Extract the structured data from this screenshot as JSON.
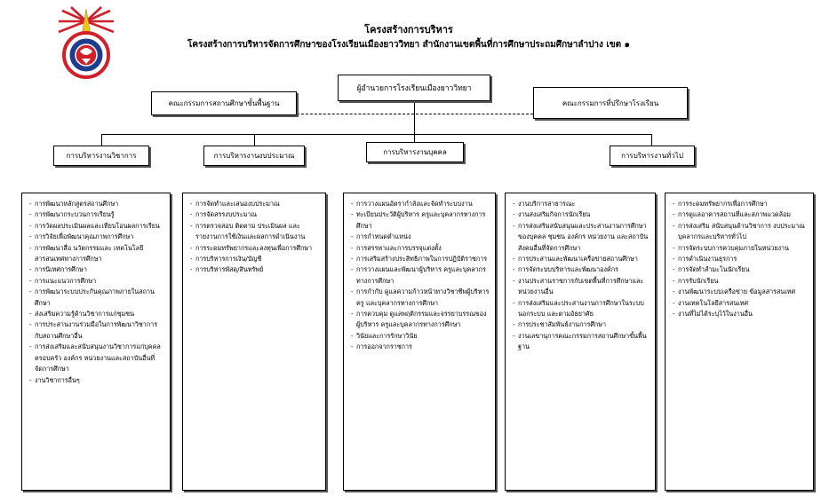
{
  "header": {
    "title": "โครงสร้างการบริหาร",
    "subtitle": "โครงสร้างการบริหารจัดการศึกษาของโรงเรียนเมืองยาววิทยา  สำนักงานเขตพื้นที่การศึกษาประถมศึกษาลำปาง  เขต  ๑"
  },
  "colors": {
    "logo_red": "#d0202a",
    "logo_blue": "#1e3d8f",
    "logo_yellow": "#f4c21b",
    "shadow": "#555555"
  },
  "top": {
    "director": "ผู้อำนวยการโรงเรียนเมืองยาววิทยา",
    "basic_board": "คณะกรรมการสถานศึกษาขั้นพื้นฐาน",
    "advisory_board": "คณะกรรมการที่ปรึกษาโรงเรียน"
  },
  "departments": [
    {
      "label": "การบริหารงานวิชาการ"
    },
    {
      "label": "การบริหารงานงบประมาณ"
    },
    {
      "label": "การบริหารงานบุคคล"
    },
    {
      "label": "การบริหารงานทั่วไป"
    }
  ],
  "tasks": {
    "academic": [
      "การพัฒนาหลักสูตรสถานศึกษา",
      "การพัฒนากระบวนการเรียนรู้",
      "การวัดผลประเมินผลและเทียบโอนผลการเรียน",
      "การวิจัยเพื่อพัฒนาคุณภาพการศึกษา",
      "การพัฒนาสื่อ นวัตกรรมและ เทคโนโลยีสารสนเทศทางการศึกษา",
      "การนิเทศการศึกษา",
      "การแนะแนวการศึกษา",
      "การพัฒนาระบบประกันคุณภาพภายในสถานศึกษา",
      "ส่งเสริมความรู้ด้านวิชาการแก่ชุมชน",
      "การประสานงานร่วมมือในการพัฒนาวิชาการกับสถานศึกษาอื่น",
      "การส่งเสริมและสนับสนุนงานวิชาการแก่บุคคล ครอบครัว องค์กร หน่วยงานและสถาบันอื่นที่จัดการศึกษา",
      "งานวิชาการอื่นๆ"
    ],
    "budget": [
      "การจัดทำและเสนองบประมาณ",
      "การจัดสรรงบประมาณ",
      "การตรวจสอบ ติดตาม ประเมินผล และรายงานการใช้เงินและผลการดำเนินงาน",
      "การระดมทรัพยากรและลงทุนเพื่อการศึกษา",
      "การบริหารการเงิน/บัญชี",
      "การบริหารพัสดุ/สินทรัพย์"
    ],
    "personnel": [
      "การวางแผนอัตรากำลังและจัดทำระบบงาน",
      "ทะเบียนประวัติผู้บริหาร ครูและบุคลากรทางการศึกษา",
      "การกำหนดตำแหน่ง",
      "การสรรหาและการบรรจุแต่งตั้ง",
      "การเสริมสร้างประสิทธิภาพในการปฏิบัติราชการ",
      "การวางแผนและพัฒนาผู้บริหาร ครูและบุคลากรทางการศึกษา",
      "การกำกับ ดูแลความก้าวหน้าทางวิชาชีพผู้บริหาร ครู และบุคลากรทางการศึกษา",
      "การควบคุม ดูแลพฤติกรรมและจรรยาบรรณของผู้บริหาร ครูและบุคลากรทางการศึกษา",
      "วินัยและการรักษาวินัย",
      "การออกจากราชการ"
    ],
    "general1": [
      "งานบริการสาธารณะ",
      "งานส่งเสริมกิจการนักเรียน",
      "การส่งเสริมสนับสนุนและประสานงานการศึกษาของบุคคล ชุมชน องค์กร หน่วยงาน และสถาบัน สังคมอื่นที่จัดการศึกษา",
      "การประสานและพัฒนาเครือข่ายสถานศึกษา",
      "การจัดระบบบริหารและพัฒนาองค์กร",
      "งานประสานราชการกับเขตพื้นที่การศึกษาและหน่วยงานอื่น",
      "การส่งเสริมและประสานงานการศึกษาในระบบ นอกระบบ และตามอัธยาศัย",
      "การประชาสัมพันธ์งานการศึกษา",
      "งานเลขานุการคณะกรรมการสถานศึกษาขั้นพื้นฐาน"
    ],
    "general2": [
      "การระดมทรัพยากรเพื่อการศึกษา",
      "การดูแลอาคารสถานที่และสภาพแวดล้อม",
      "การส่งเสริม สนับสนุนด้านวิชาการ งบประมาณ บุคลากรและบริหารทั่วไป",
      "การจัดระบบการควบคุมภายในหน่วยงาน",
      "การดำเนินงานธุรการ",
      "การจัดทำสำมะโนนักเรียน",
      "การรับนักเรียน",
      "งานพัฒนาระบบเครือข่าย ข้อมูลสารสนเทศ",
      "งานเทคโนโลยีสารสนเทศ",
      "งานที่ไม่ได้ระบุไว้ในงานอื่น"
    ]
  }
}
